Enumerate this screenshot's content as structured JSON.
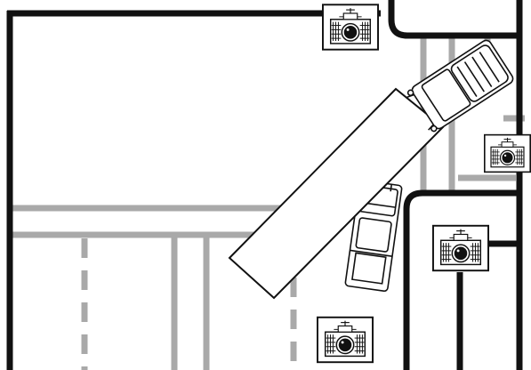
{
  "diagram": {
    "type": "traffic-intersection-illustration",
    "colors": {
      "background": "#ffffff",
      "wall": "#111111",
      "road_marking": "#a9a9a9",
      "vehicle_fill": "#ffffff",
      "vehicle_stroke": "#111111"
    },
    "vehicles": [
      {
        "kind": "semi-truck",
        "icon": "truck-icon"
      },
      {
        "kind": "pickup-truck",
        "icon": "car-icon"
      }
    ],
    "cameras": [
      {
        "id": "top",
        "icon": "traffic-camera-icon"
      },
      {
        "id": "right",
        "icon": "traffic-camera-icon"
      },
      {
        "id": "middle-right",
        "icon": "traffic-camera-icon"
      },
      {
        "id": "bottom",
        "icon": "traffic-camera-icon"
      }
    ]
  }
}
